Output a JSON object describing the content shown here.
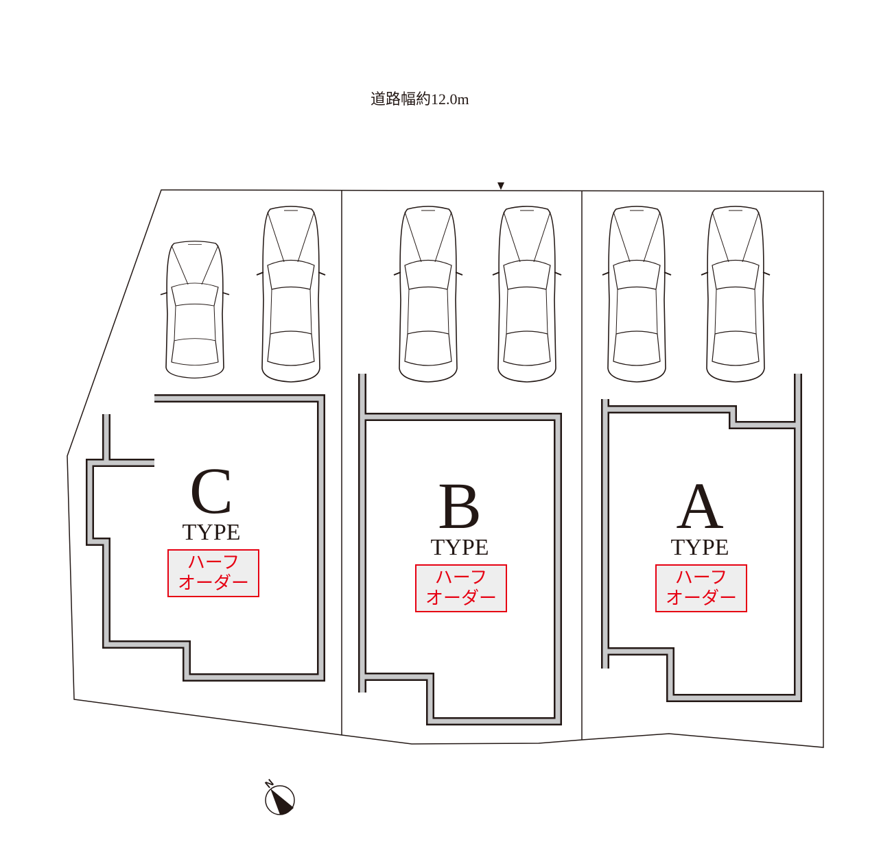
{
  "road_label": "道路幅約12.0m",
  "lots": [
    {
      "letter": "C",
      "type": "TYPE",
      "badge_line1": "ハーフ",
      "badge_line2": "オーダー"
    },
    {
      "letter": "B",
      "type": "TYPE",
      "badge_line1": "ハーフ",
      "badge_line2": "オーダー"
    },
    {
      "letter": "A",
      "type": "TYPE",
      "badge_line1": "ハーフ",
      "badge_line2": "オーダー"
    }
  ],
  "compass": {
    "label": "N",
    "icon": "north-compass-icon"
  },
  "colors": {
    "line": "#231815",
    "wall": "#c8c9ca",
    "badge": "#e60012"
  }
}
